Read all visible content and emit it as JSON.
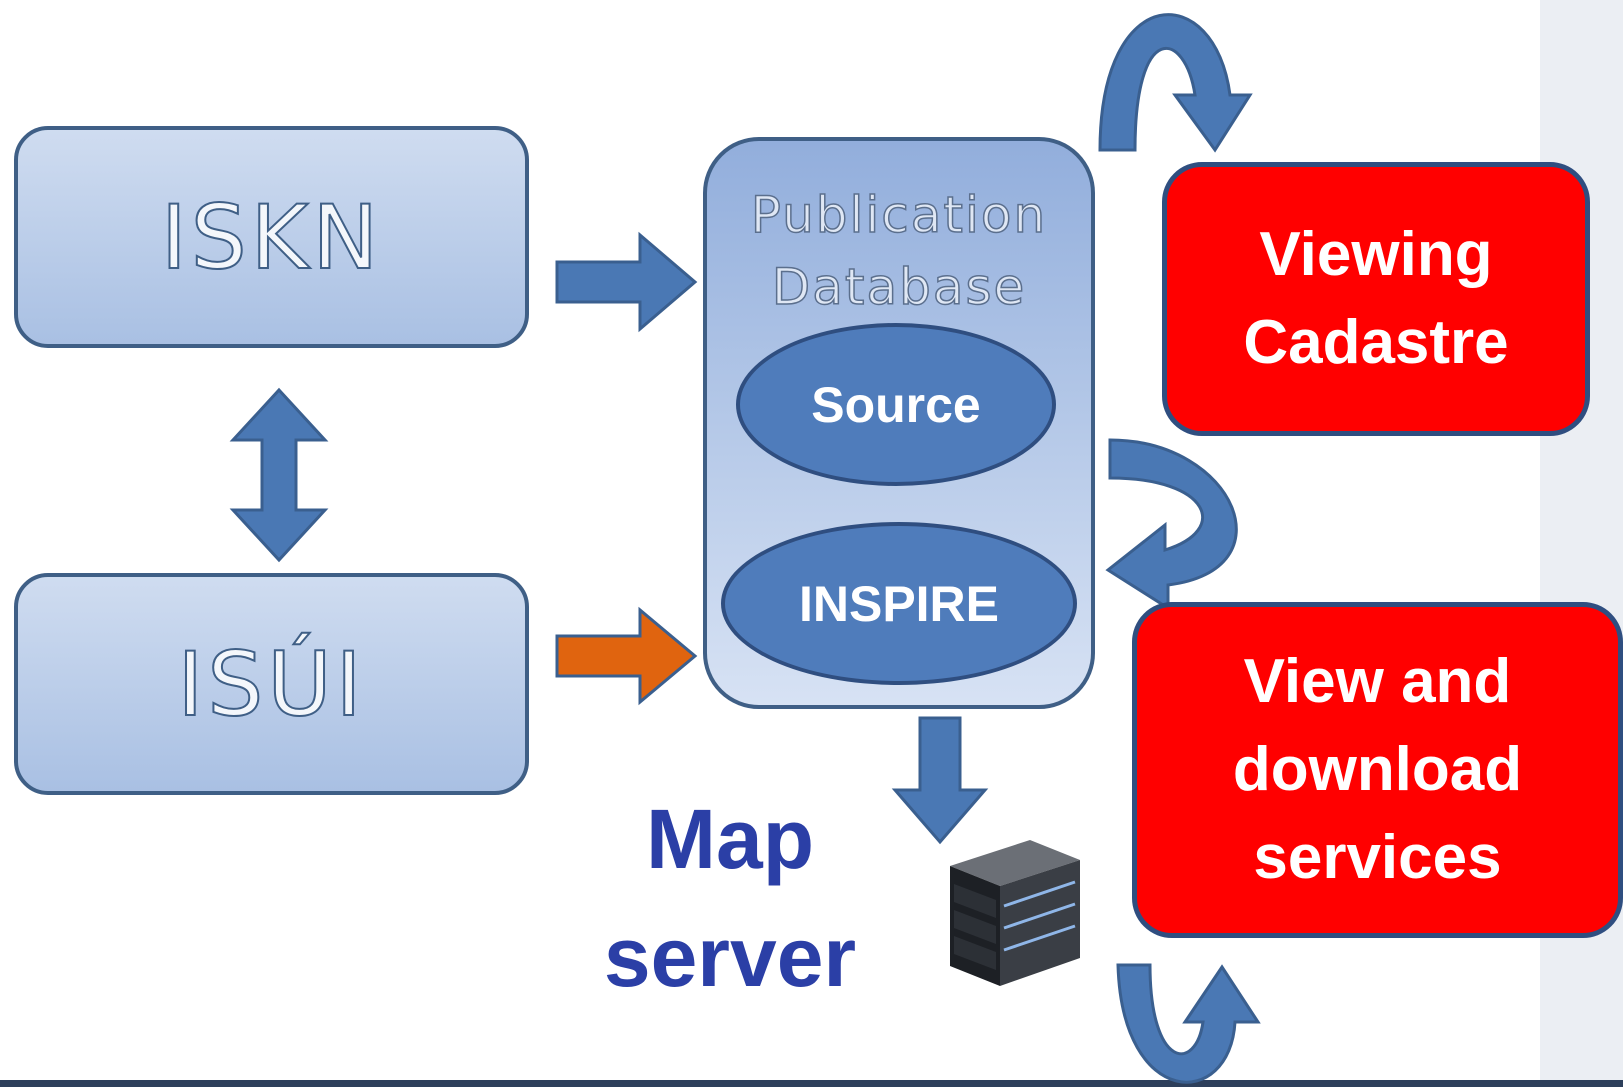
{
  "diagram": {
    "nodes": {
      "iskn": "ISKN",
      "isui": "ISÚI",
      "publication_database": "Publication\nDatabase",
      "source": "Source",
      "inspire": "INSPIRE",
      "viewing_cadastre": "Viewing\nCadastre",
      "view_download": "View and\ndownload\nservices",
      "map_server": "Map\nserver"
    },
    "edges": [
      {
        "from": "ISKN",
        "to": "Publication Database",
        "color": "#4a78b4"
      },
      {
        "from": "ISÚI",
        "to": "Publication Database",
        "color": "#e0640f"
      },
      {
        "from": "ISKN",
        "to": "ISÚI",
        "bidirectional": true,
        "color": "#4a78b4"
      },
      {
        "from": "Publication Database",
        "to": "Map server",
        "color": "#4a78b4"
      },
      {
        "from": "Source",
        "to": "INSPIRE",
        "curved": true,
        "color": "#4a78b4"
      },
      {
        "from": "Viewing Cadastre",
        "to": "Viewing Cadastre",
        "curved": true,
        "color": "#4a78b4"
      },
      {
        "from": "View and download services",
        "to": "View and download services",
        "curved": true,
        "color": "#4a78b4"
      }
    ],
    "colors": {
      "system_box_fill": "#b9cbe8",
      "ellipse_fill": "#4f7cbb",
      "service_box_fill": "#ff0000",
      "map_server_text": "#2b3fa6",
      "orange_arrow": "#e0640f"
    }
  }
}
